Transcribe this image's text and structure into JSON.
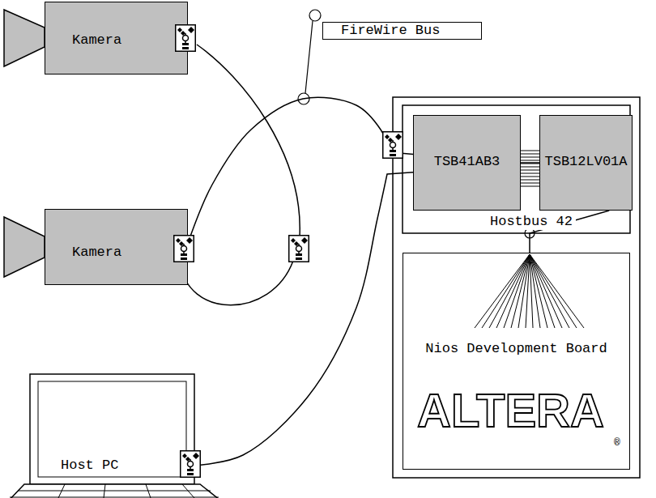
{
  "diagram": {
    "nodes": [
      {
        "text": [
          "Kamera"
        ]
      },
      {
        "text": [
          "TSB41AB3"
        ]
      },
      {
        "text": [
          "TSB12LV01A"
        ]
      },
      {
        "text": [
          "Kamera"
        ]
      },
      {
        "text": [
          "Nios Development Board"
        ]
      },
      {
        "text": [
          "Host PC"
        ]
      }
    ],
    "edges": [
      {
        "from": 3,
        "to": 1,
        "arrow": "none"
      },
      {
        "from": 5,
        "to": 1,
        "arrow": "none"
      },
      {
        "from": 1,
        "to": 2,
        "arrow": "none"
      },
      {
        "from": 2,
        "to": 4,
        "arrow": "none"
      }
    ],
    "labels": [
      "FireWire Bus",
      "Hostbus 42",
      "ALTERA",
      "®"
    ]
  }
}
